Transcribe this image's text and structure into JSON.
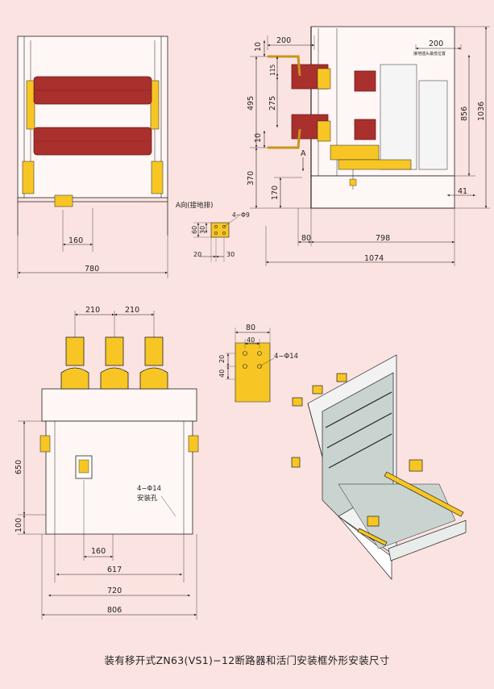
{
  "caption": "装有移开式ZN63(VS1)−12断路器和活门安装框外形安装尺寸",
  "colors": {
    "background": "#fbe3e1",
    "breaker_red": "#a9302c",
    "busbar_yellow": "#f7c624",
    "line": "#222222",
    "frame_gray": "#c9d3cf"
  },
  "front_view": {
    "width_total": "780",
    "center_offset": "160"
  },
  "side_view": {
    "top_width": "200",
    "top_width_right": "200",
    "gap_top": "10",
    "pole_top": "115",
    "pole_pitch": "275",
    "upper_height": "495",
    "gap_mid": "10",
    "lower_height": "370",
    "bottom_height": "170",
    "total_height": "1036",
    "frame_height": "856",
    "right_offset": "41",
    "bottom_80": "80",
    "depth_798": "798",
    "depth_1074": "1074",
    "arrow_label": "A",
    "small_label": "接地插头最低位置"
  },
  "grounding_detail": {
    "title": "A向(接地排)",
    "hole": "4−Φ9",
    "h_30": "30",
    "h_60": "60",
    "w_20": "20",
    "w_30": "30"
  },
  "rear_view": {
    "pitch_left": "210",
    "pitch_right": "210",
    "height_650": "650",
    "height_100": "100",
    "hole_note": "4−Φ14",
    "hole_note2": "安装孔",
    "center_160": "160",
    "w_617": "617",
    "w_720": "720",
    "w_806": "806"
  },
  "terminal_detail": {
    "w_80": "80",
    "w_40": "40",
    "h_20": "20",
    "h_40": "40",
    "hole": "4−Φ14"
  }
}
